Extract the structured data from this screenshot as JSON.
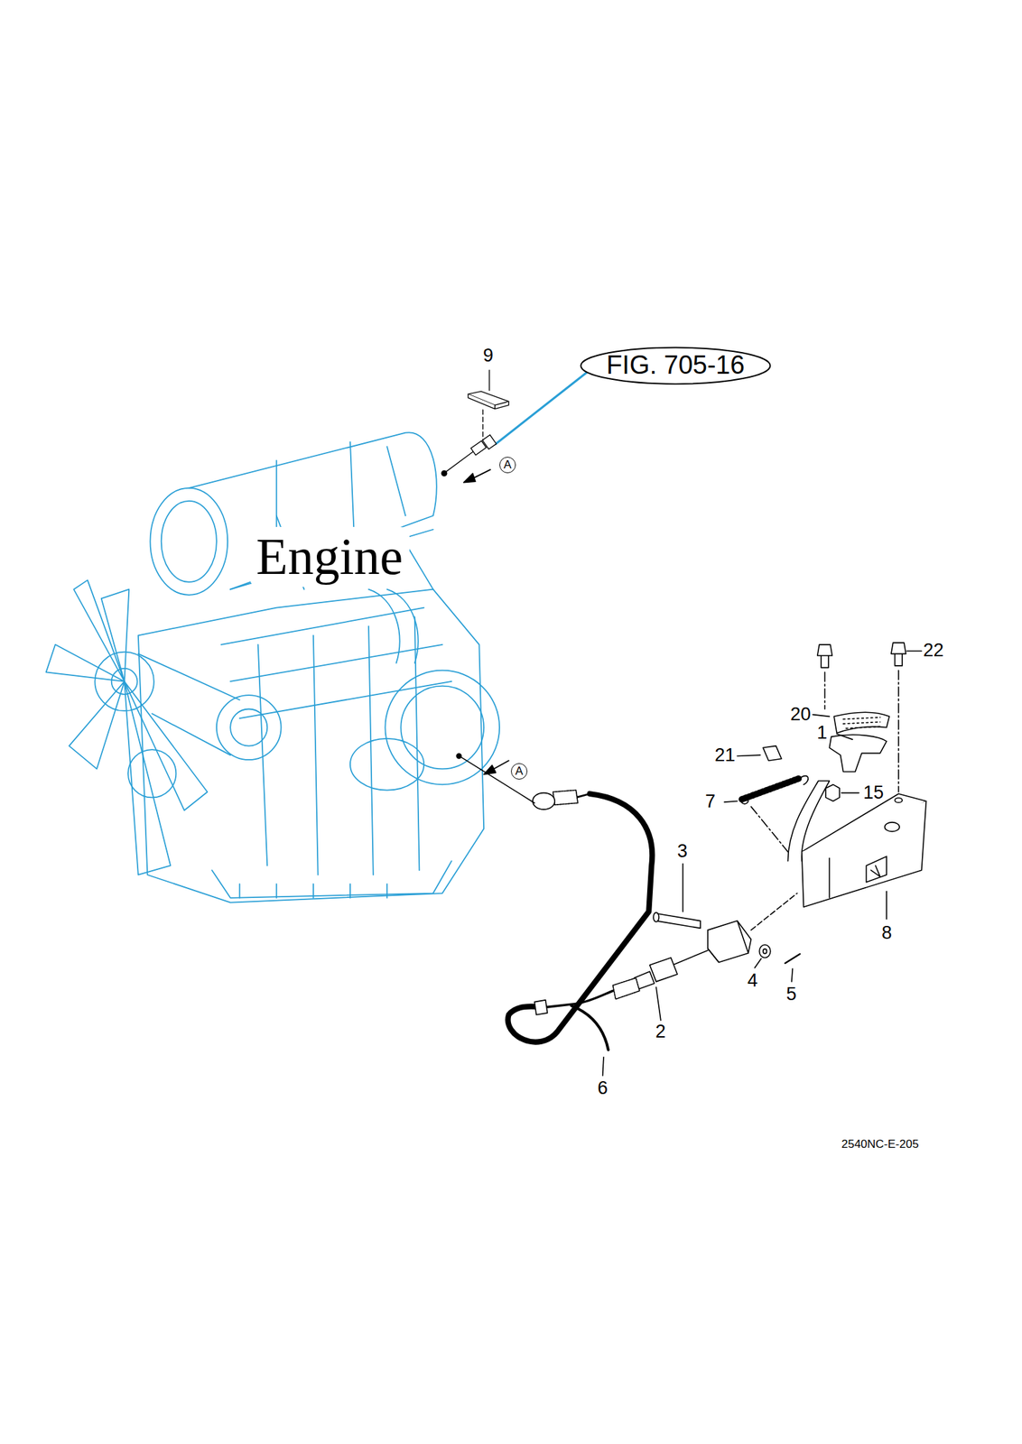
{
  "diagram": {
    "nodes": [
      {
        "text": [
          "FIG. 705-16"
        ]
      },
      {
        "text": [
          "A"
        ]
      },
      {
        "text": [
          "A"
        ]
      }
    ],
    "labels": [
      "9",
      "Engine",
      "22",
      "20",
      "1",
      "21",
      "15",
      "7",
      "3",
      "8",
      "4",
      "5",
      "2",
      "6",
      "2540NC-E-205"
    ]
  }
}
